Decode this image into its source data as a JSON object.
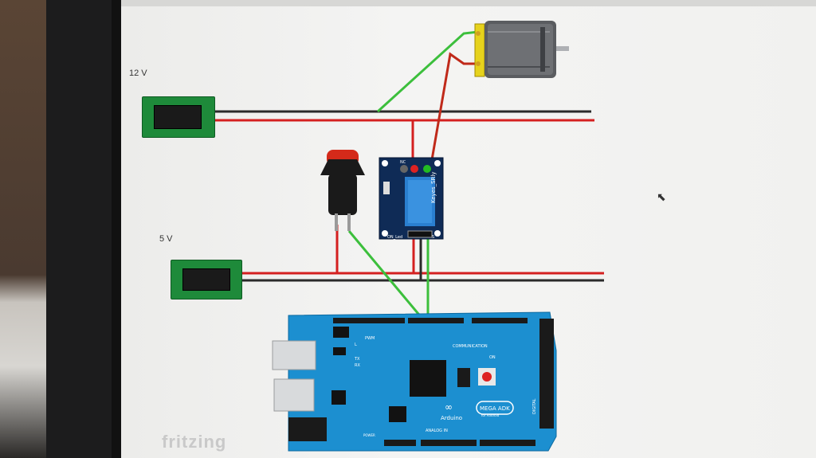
{
  "labels": {
    "v12": "12 V",
    "v5": "5 V",
    "app_watermark": "fritzing"
  },
  "relay": {
    "brand": "Keyes_SRly",
    "led_label": "ON_Led",
    "pin_nc": "NC",
    "pin_s": "S"
  },
  "arduino": {
    "logo": "Arduino",
    "model": "MEGA ADK",
    "model_sub": "for Android",
    "communication": "COMMUNICATION",
    "pwm": "PWM",
    "analog_in": "ANALOG IN",
    "power": "POWER",
    "digital": "DIGITAL",
    "tx": "TX",
    "rx": "RX",
    "l": "L",
    "on": "ON"
  },
  "colors": {
    "wire_red": "#d42020",
    "wire_black": "#2a2a2a",
    "wire_green": "#3cbf3c",
    "arduino_blue": "#1c8fd0",
    "pcb_green": "#1e8a3a"
  },
  "icons": {
    "cursor": "mouse-pointer-icon"
  }
}
